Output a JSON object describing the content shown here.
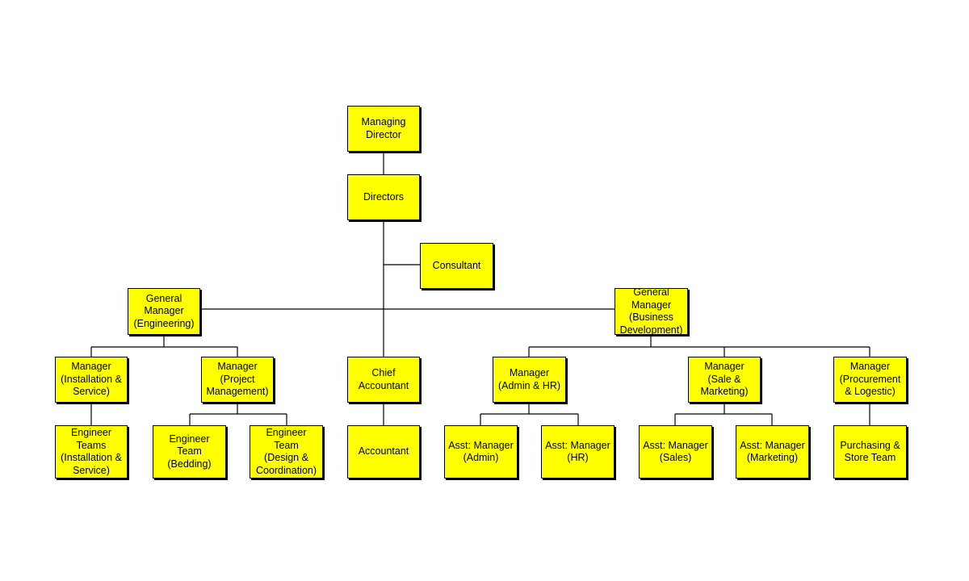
{
  "org_chart": {
    "managing_director": "Managing\nDirector",
    "directors": "Directors",
    "consultant": "Consultant",
    "gm_engineering": "General\nManager\n(Engineering)",
    "gm_business": "General\nManager\n(Business\nDevelopment)",
    "mgr_installation": "Manager\n(Installation &\nService)",
    "mgr_project": "Manager\n(Project\nManagement)",
    "chief_accountant": "Chief\nAccountant",
    "mgr_admin_hr": "Manager\n(Admin & HR)",
    "mgr_sale_marketing": "Manager\n(Sale &\nMarketing)",
    "mgr_procurement": "Manager\n(Procurement\n& Logestic)",
    "eng_teams_installation": "Engineer\nTeams\n(Installation &\nService)",
    "eng_team_bedding": "Engineer\nTeam\n(Bedding)",
    "eng_team_design": "Engineer\nTeam\n(Design &\nCoordination)",
    "accountant": "Accountant",
    "asst_mgr_admin": "Asst: Manager\n(Admin)",
    "asst_mgr_hr": "Asst: Manager\n(HR)",
    "asst_mgr_sales": "Asst: Manager\n(Sales)",
    "asst_mgr_marketing": "Asst: Manager\n(Marketing)",
    "purchasing_store": "Purchasing &\nStore Team"
  },
  "colors": {
    "box_fill": "#ffff00",
    "box_border": "#000000",
    "connector": "#000000",
    "background": "#ffffff"
  }
}
